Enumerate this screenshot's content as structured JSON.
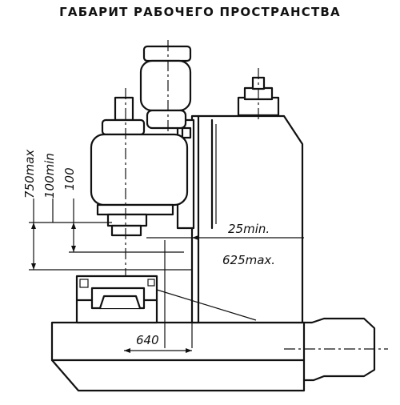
{
  "title": "ГАБАРИТ РАБОЧЕГО ПРОСТРАНСТВА",
  "dimensions": {
    "vertical_750max": "750max",
    "vertical_100min": "100min",
    "vertical_100": "100",
    "spindle_min": "25min.",
    "spindle_max": "625max.",
    "table_width": "640"
  }
}
